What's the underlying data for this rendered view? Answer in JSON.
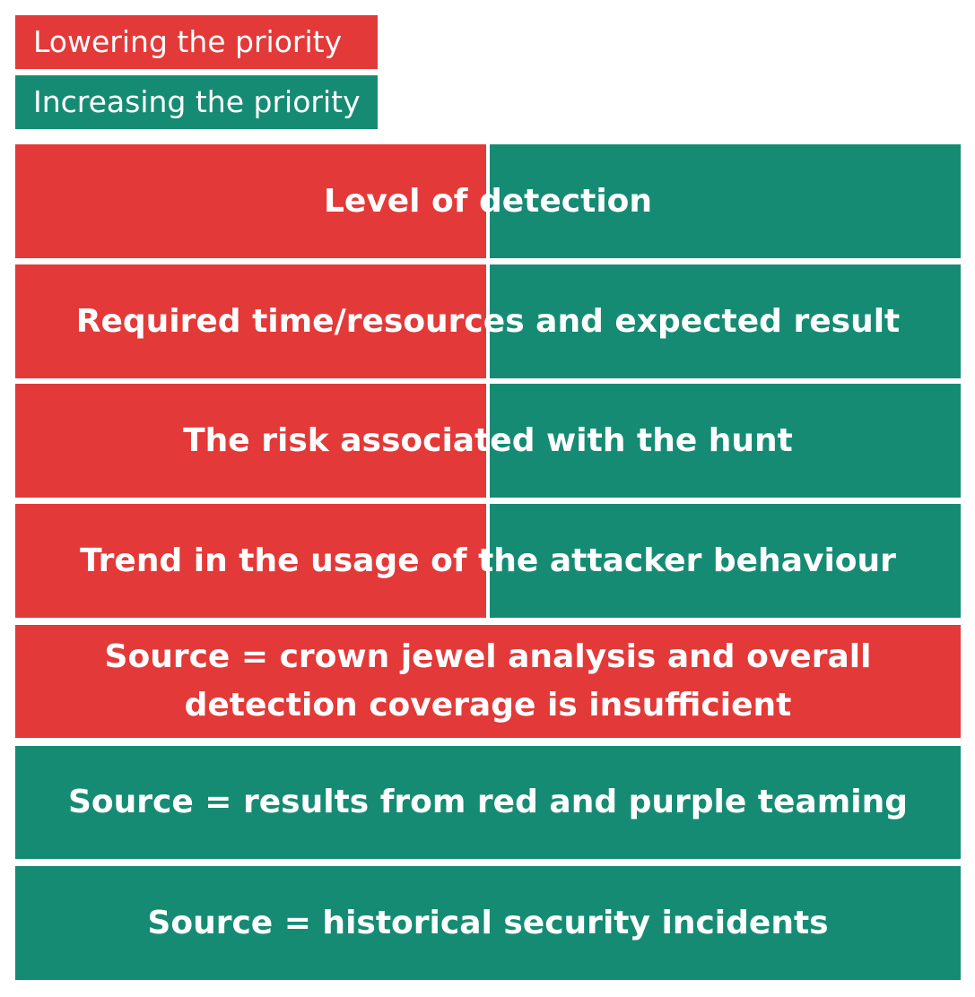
{
  "colors": {
    "lowering": "#e33939",
    "increasing": "#168b73"
  },
  "legend": {
    "lowering": "Lowering the priority",
    "increasing": "Increasing the priority"
  },
  "rows": [
    {
      "label": "Level of detection",
      "effect": "both"
    },
    {
      "label": "Required time/resources and expected result",
      "effect": "both"
    },
    {
      "label": "The risk associated with the hunt",
      "effect": "both"
    },
    {
      "label": "Trend in the usage of the attacker behaviour",
      "effect": "both"
    },
    {
      "label": "Source = crown jewel analysis and overall detection coverage is insufficient",
      "effect": "lowering"
    },
    {
      "label": "Source = results from red and purple teaming",
      "effect": "increasing"
    },
    {
      "label": "Source = historical security incidents",
      "effect": "increasing"
    }
  ]
}
